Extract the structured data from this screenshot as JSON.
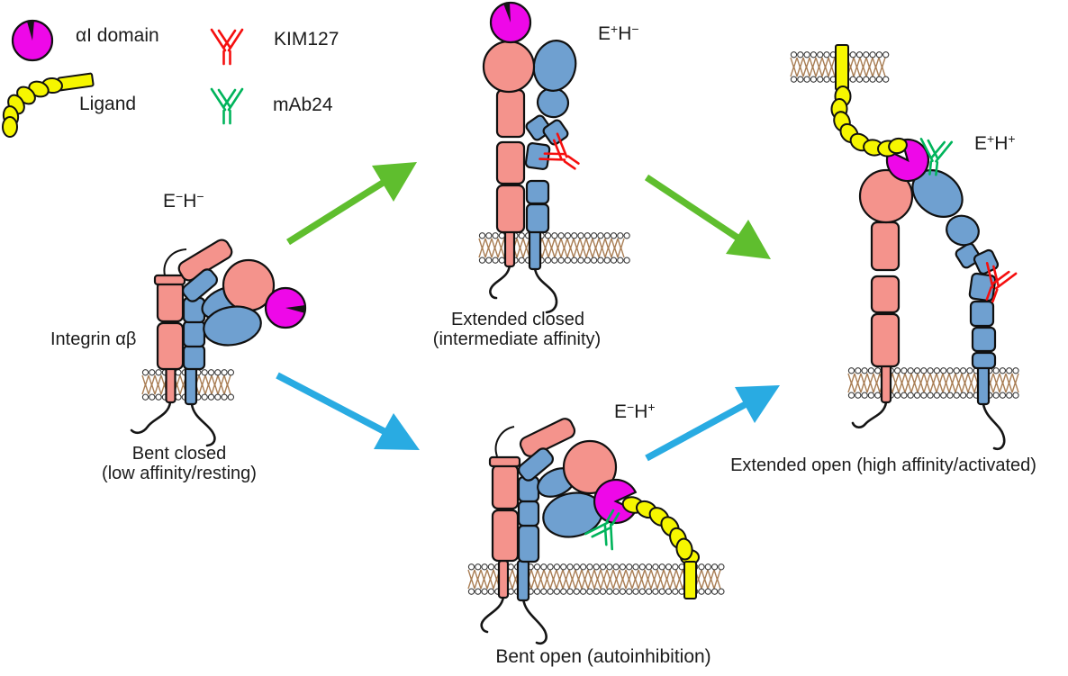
{
  "colors": {
    "alpha_subunit": "#F4938C",
    "beta_subunit": "#6FA0D0",
    "alphaI_domain": "#EE08E8",
    "ligand": "#F6F600",
    "kim127": "#F50F0F",
    "mab24": "#00B45B",
    "arrow_green": "#5FBE2E",
    "arrow_blue": "#29ABE2",
    "membrane_tail": "#A97E55",
    "outline": "#111111"
  },
  "legend": {
    "alphaI": {
      "label": "αI domain"
    },
    "ligand": {
      "label": "Ligand"
    },
    "kim127": {
      "label": "KIM127"
    },
    "mab24": {
      "label": "mAb24"
    }
  },
  "protein_label": "Integrin αβ",
  "states": {
    "bent_closed": {
      "formula": {
        "b1": "E",
        "s1": "−",
        "b2": "H",
        "s2": "−"
      },
      "name": "Bent closed",
      "subtitle": "(low affinity/resting)"
    },
    "extended_closed": {
      "formula": {
        "b1": "E",
        "s1": "+",
        "b2": "H",
        "s2": "−"
      },
      "name": "Extended closed",
      "subtitle": "(intermediate affinity)"
    },
    "bent_open": {
      "formula": {
        "b1": "E",
        "s1": "−",
        "b2": "H",
        "s2": "+"
      },
      "name": "Bent open (autoinhibition)"
    },
    "extended_open": {
      "formula": {
        "b1": "E",
        "s1": "+",
        "b2": "H",
        "s2": "+"
      },
      "name": "Extended open (high affinity/activated)"
    }
  },
  "transitions": [
    {
      "from": "Bent closed",
      "to": "Extended closed",
      "color": "green"
    },
    {
      "from": "Extended closed",
      "to": "Extended open",
      "color": "green"
    },
    {
      "from": "Bent closed",
      "to": "Bent open",
      "color": "blue"
    },
    {
      "from": "Bent open",
      "to": "Extended open",
      "color": "blue"
    }
  ]
}
